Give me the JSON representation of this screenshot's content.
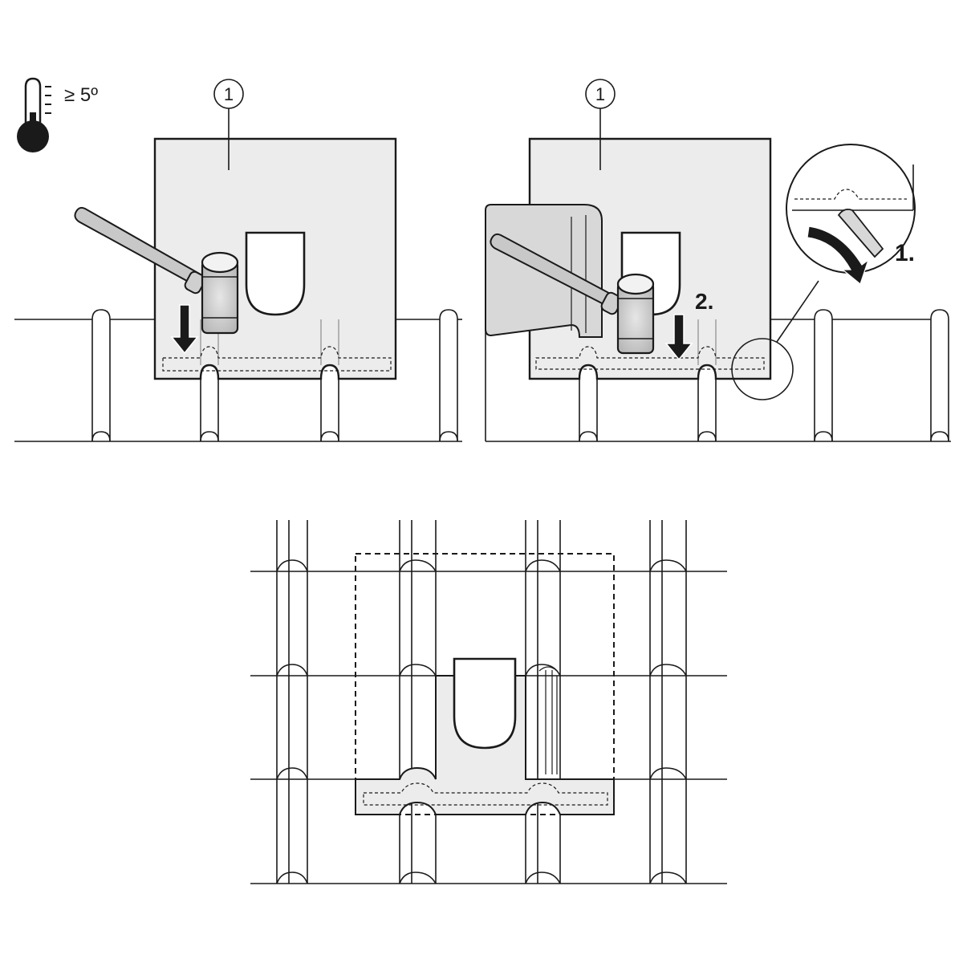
{
  "temperature": {
    "label": "≥ 5º",
    "icon": "thermometer-icon"
  },
  "panel_left": {
    "callout": "1"
  },
  "panel_right": {
    "callout": "1",
    "step1": "1.",
    "step2": "2."
  },
  "colors": {
    "stroke": "#1a1a1a",
    "membrane": "#ececec",
    "membrane_dark": "#d8d8d8",
    "mallet_body": "#c4c4c4"
  }
}
